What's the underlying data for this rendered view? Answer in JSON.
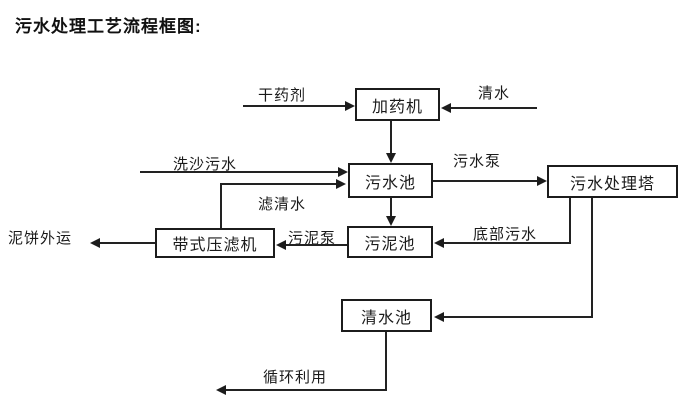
{
  "title": "污水处理工艺流程框图:",
  "colors": {
    "line": "#1c1c1c",
    "background": "#ffffff",
    "text": "#1a1a1a"
  },
  "nodes": {
    "dosing_machine": "加药机",
    "sewage_pool": "污水池",
    "treatment_tower": "污水处理塔",
    "sludge_pool": "污泥池",
    "belt_filter_press": "带式压滤机",
    "clean_water_pool": "清水池"
  },
  "flow_labels": {
    "dry_chemical": "干药剂",
    "clean_water": "清水",
    "sand_washing_sewage": "洗沙污水",
    "filtered_water": "滤清水",
    "sewage_pump": "污水泵",
    "bottom_sewage": "底部污水",
    "sludge_pump": "污泥泵",
    "mud_cake_outbound": "泥饼外运",
    "recycling_use": "循环利用"
  }
}
